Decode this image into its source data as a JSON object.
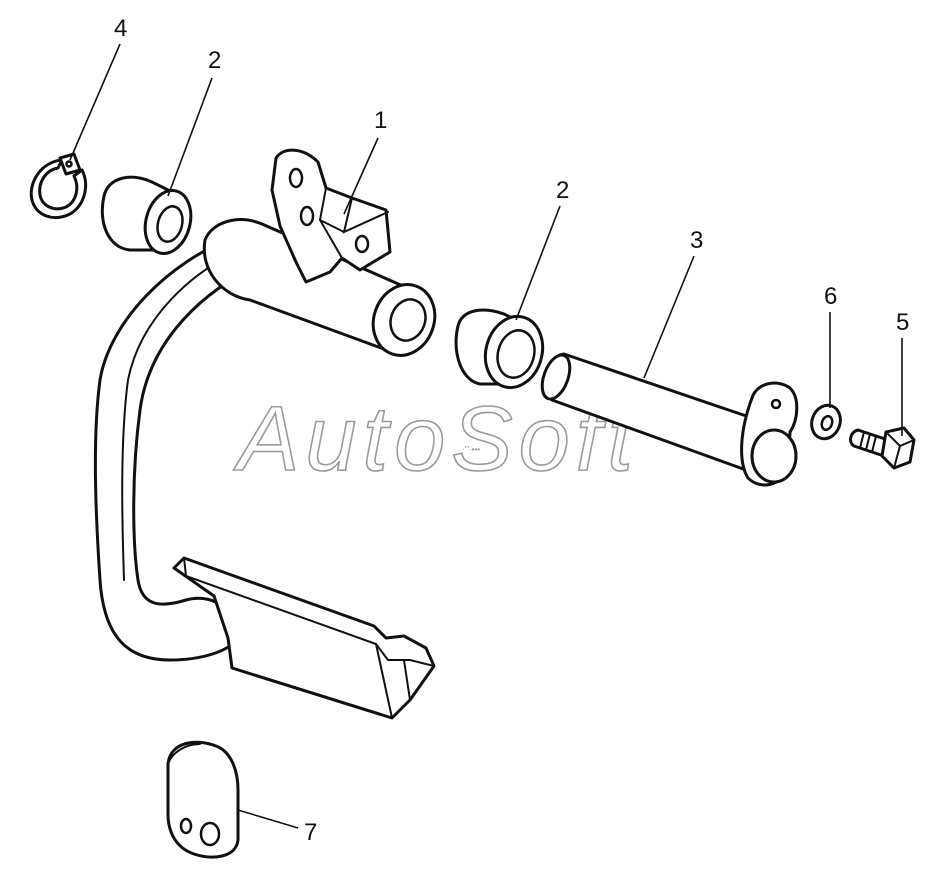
{
  "watermark": {
    "text": "AutoSoft",
    "small_text": "·'\"·•••"
  },
  "callouts": {
    "c1": "1",
    "c2a": "2",
    "c2b": "2",
    "c3": "3",
    "c4": "4",
    "c5": "5",
    "c6": "6",
    "c7": "7"
  },
  "colors": {
    "line": "#111111",
    "watermark_stroke": "#9a9a9a",
    "background": "#ffffff"
  }
}
